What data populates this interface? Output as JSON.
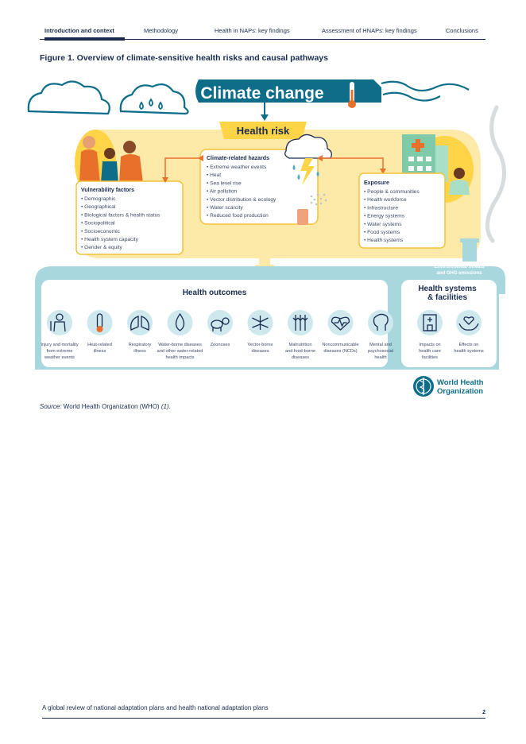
{
  "nav": {
    "tabs": [
      {
        "label": "Introduction and context"
      },
      {
        "label": "Methodology"
      },
      {
        "label": "Health in NAPs: key findings"
      },
      {
        "label": "Assessment of HNAPs: key findings"
      },
      {
        "label": "Conclusions"
      }
    ]
  },
  "figure": {
    "title": "Figure 1. Overview of climate-sensitive health risks and causal pathways",
    "banner": "Climate change",
    "health_risk": "Health risk",
    "vulnerability": {
      "title": "Vulnerability factors",
      "items": [
        "Demographic",
        "Geographical",
        "Biological factors & health status",
        "Sociopolitical",
        "Socioeconomic",
        "Health system capacity",
        "Gender & equity"
      ]
    },
    "hazards": {
      "title": "Climate-related hazards",
      "items": [
        "Extreme weather events",
        "Heat",
        "Sea level rise",
        "Air pollution",
        "Vector distribution & ecology",
        "Water scarcity",
        "Reduced food production"
      ]
    },
    "exposure": {
      "title": "Exposure",
      "items": [
        "People & communities",
        "Health workforce",
        "Infrastructure",
        "Energy systems",
        "Water systems",
        "Food systems",
        "Health systems"
      ]
    },
    "env_threats": [
      "Environmental threats",
      "and GHG emissions"
    ],
    "outcomes_title": "Health outcomes",
    "outcomes": [
      {
        "lines": [
          "Injury and mortality",
          "from extreme",
          "weather events"
        ],
        "icon": "injury-icon"
      },
      {
        "lines": [
          "Heat-related",
          "illness"
        ],
        "icon": "thermometer-icon"
      },
      {
        "lines": [
          "Respiratory",
          "illness"
        ],
        "icon": "lungs-icon"
      },
      {
        "lines": [
          "Water-borne diseases",
          "and other water-related",
          "health impacts"
        ],
        "icon": "water-drop-icon"
      },
      {
        "lines": [
          "Zoonoses"
        ],
        "icon": "animals-icon"
      },
      {
        "lines": [
          "Vector-borne",
          "diseases"
        ],
        "icon": "mosquito-icon"
      },
      {
        "lines": [
          "Malnutrition",
          "and food-borne",
          "diseases"
        ],
        "icon": "wheat-icon"
      },
      {
        "lines": [
          "Noncommunicable",
          "diseases (NCDs)"
        ],
        "icon": "heart-icon"
      },
      {
        "lines": [
          "Mental and",
          "psychosocial",
          "health"
        ],
        "icon": "head-icon"
      }
    ],
    "systems_title": [
      "Health systems",
      "& facilities"
    ],
    "systems": [
      {
        "lines": [
          "Impacts on",
          "health care",
          "facilities"
        ],
        "icon": "hospital-icon"
      },
      {
        "lines": [
          "Effects on",
          "health systems"
        ],
        "icon": "care-hands-icon"
      }
    ],
    "who_logo": [
      "World Health",
      "Organization"
    ]
  },
  "source": {
    "label": "Source:",
    "text": " World Health Organization (WHO) ",
    "ref": "(1)",
    "end": "."
  },
  "footer": {
    "text": "A global review of national adaptation plans and health national adaptation plans",
    "page": "2"
  },
  "colors": {
    "navy": "#1a2b50",
    "teal": "#0e6e8a",
    "lightTeal": "#a8d7de",
    "yellow": "#ffd447",
    "paleYellow": "#fde9a8",
    "orange": "#e8702a"
  }
}
